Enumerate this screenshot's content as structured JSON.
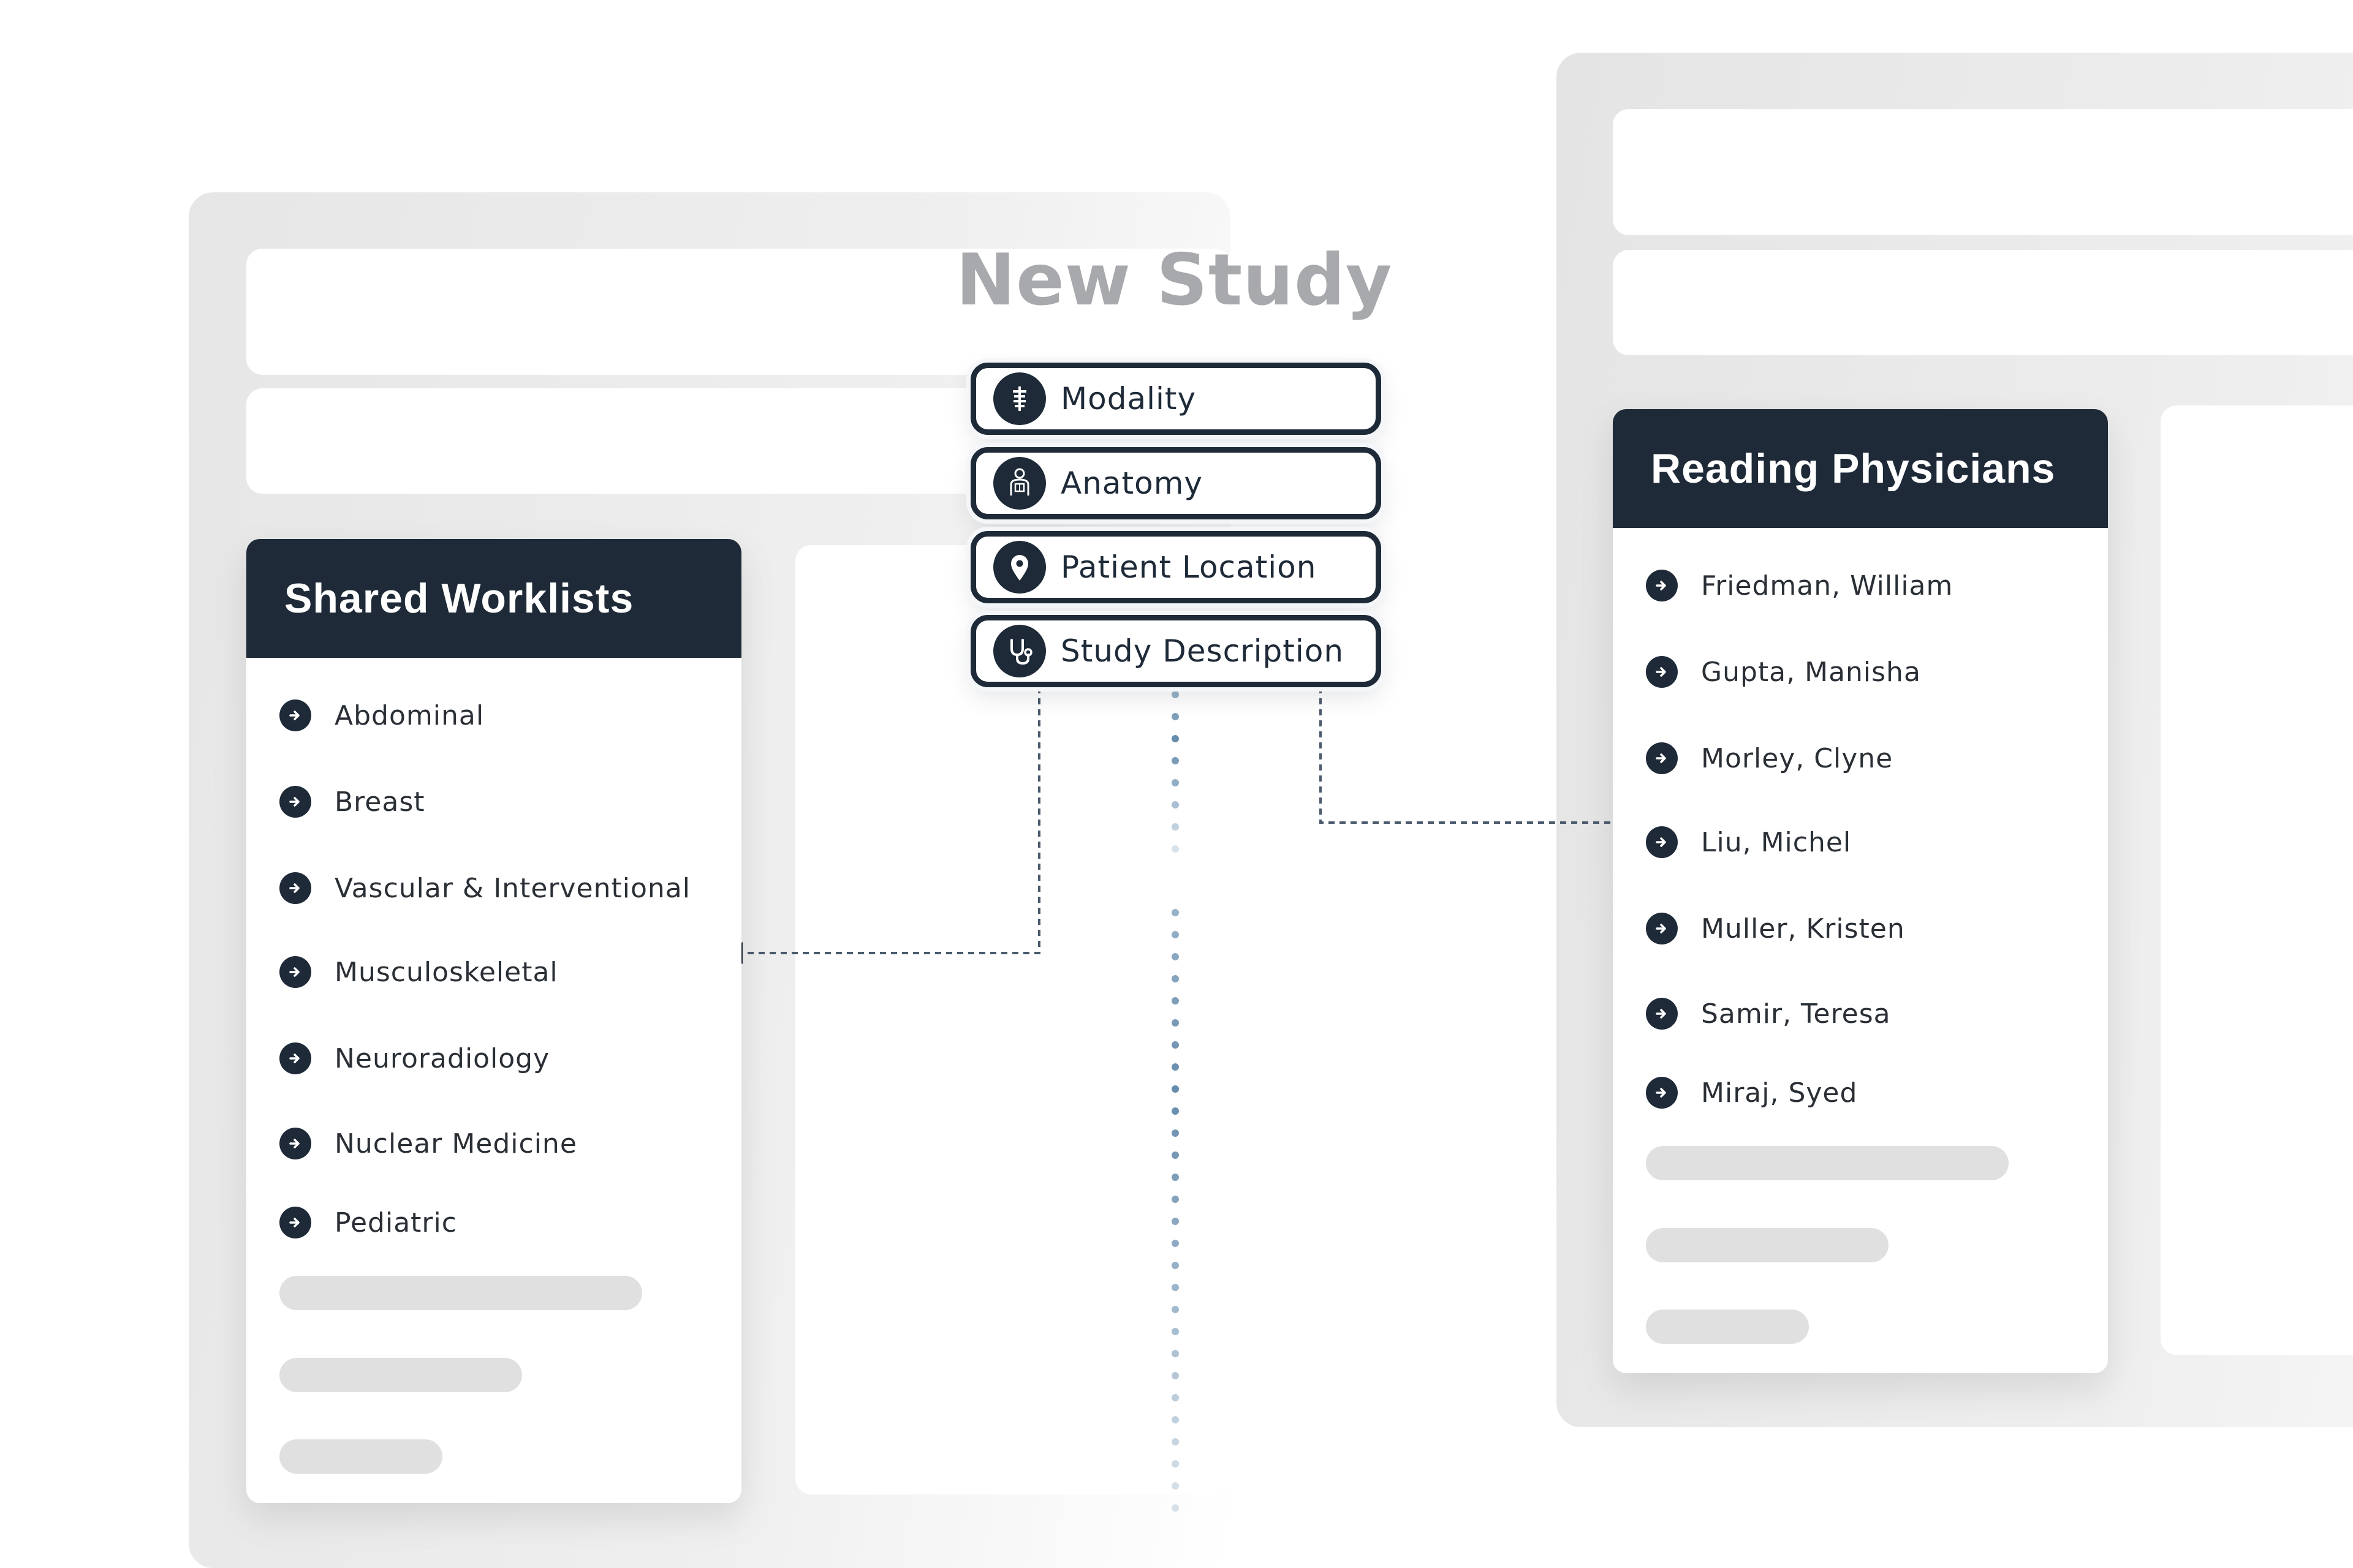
{
  "title": "New Study",
  "criteria": [
    {
      "label": "Modality",
      "icon": "spine-icon"
    },
    {
      "label": "Anatomy",
      "icon": "body-icon"
    },
    {
      "label": "Patient Location",
      "icon": "location-pin-icon"
    },
    {
      "label": "Study Description",
      "icon": "stethoscope-icon"
    }
  ],
  "shared_worklists": {
    "title": "Shared Worklists",
    "items": [
      "Abdominal",
      "Breast",
      "Vascular & Interventional",
      "Musculoskeletal",
      "Neuroradiology",
      "Nuclear Medicine",
      "Pediatric"
    ]
  },
  "reading_physicians": {
    "title": "Reading Physicians",
    "items": [
      "Friedman, William",
      "Gupta, Manisha",
      "Morley, Clyne",
      "Liu, Michel",
      "Muller, Kristen",
      "Samir, Teresa",
      "Miraj, Syed"
    ]
  },
  "colors": {
    "navy": "#1e2a38",
    "title_gray": "#a8a9ac",
    "dot_blue": "#5d86a8",
    "skeleton": "#e0e0e0"
  }
}
